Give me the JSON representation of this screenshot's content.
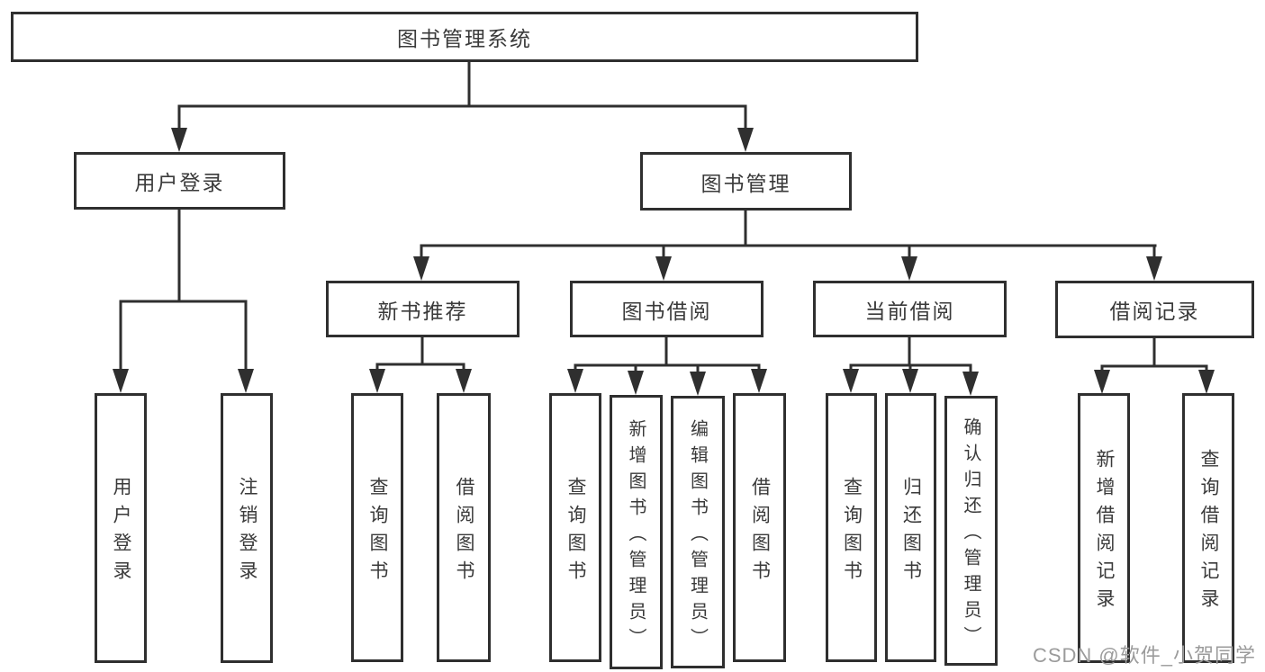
{
  "diagram": {
    "root": {
      "label": "图书管理系统"
    },
    "level1": [
      {
        "label": "用户登录"
      },
      {
        "label": "图书管理"
      }
    ],
    "level2": [
      {
        "label": "新书推荐"
      },
      {
        "label": "图书借阅"
      },
      {
        "label": "当前借阅"
      },
      {
        "label": "借阅记录"
      }
    ],
    "leaves": [
      {
        "label": "用户登录"
      },
      {
        "label": "注销登录"
      },
      {
        "label": "查询图书"
      },
      {
        "label": "借阅图书"
      },
      {
        "label": "查询图书"
      },
      {
        "label": "新增图书（管理员）"
      },
      {
        "label": "编辑图书（管理员）"
      },
      {
        "label": "借阅图书"
      },
      {
        "label": "查询图书"
      },
      {
        "label": "归还图书"
      },
      {
        "label": "确认归还（管理员）"
      },
      {
        "label": "新增借阅记录"
      },
      {
        "label": "查询借阅记录"
      }
    ]
  },
  "watermark": {
    "text": "CSDN @软件_小贺同学"
  },
  "colors": {
    "line": "#2f2f2f",
    "text": "#3a3a3a",
    "watermark": "#9b9b9b",
    "background": "#ffffff"
  }
}
